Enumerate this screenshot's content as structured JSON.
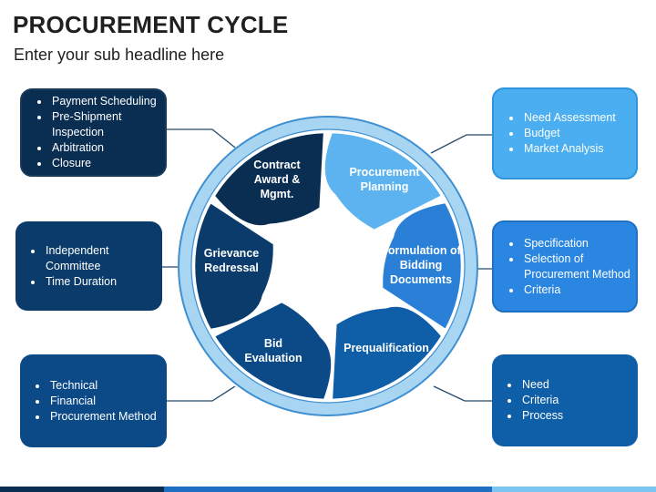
{
  "header": {
    "title": "PROCUREMENT CYCLE",
    "subtitle": "Enter your sub headline here"
  },
  "colors": {
    "planning": "#5db3f0",
    "formulation": "#2a7fd6",
    "prequalification": "#0e5ea8",
    "bid_evaluation": "#0b4a87",
    "grievance": "#0b3b6b",
    "contract": "#0a2e52",
    "ring": "#a8d6f2",
    "ring_outline": "#3f8fd1"
  },
  "segments": [
    {
      "key": "planning",
      "label": "Procurement Planning"
    },
    {
      "key": "formulation",
      "label": "Formulation of Bidding Documents"
    },
    {
      "key": "prequalification",
      "label": "Prequalification"
    },
    {
      "key": "bid_evaluation",
      "label": "Bid Evaluation"
    },
    {
      "key": "grievance",
      "label": "Grievance Redressal"
    },
    {
      "key": "contract",
      "label": "Contract Award & Mgmt."
    }
  ],
  "boxes": {
    "contract": [
      "Payment Scheduling",
      "Pre-Shipment Inspection",
      "Arbitration",
      "Closure"
    ],
    "grievance": [
      "Independent Committee",
      "Time Duration"
    ],
    "bid_evaluation": [
      "Technical",
      "Financial",
      "Procurement Method"
    ],
    "planning": [
      "Need Assessment",
      "Budget",
      "Market Analysis"
    ],
    "formulation": [
      "Specification",
      "Selection of Procurement Method",
      "Criteria"
    ],
    "prequalification": [
      "Need",
      "Criteria",
      "Process"
    ]
  }
}
